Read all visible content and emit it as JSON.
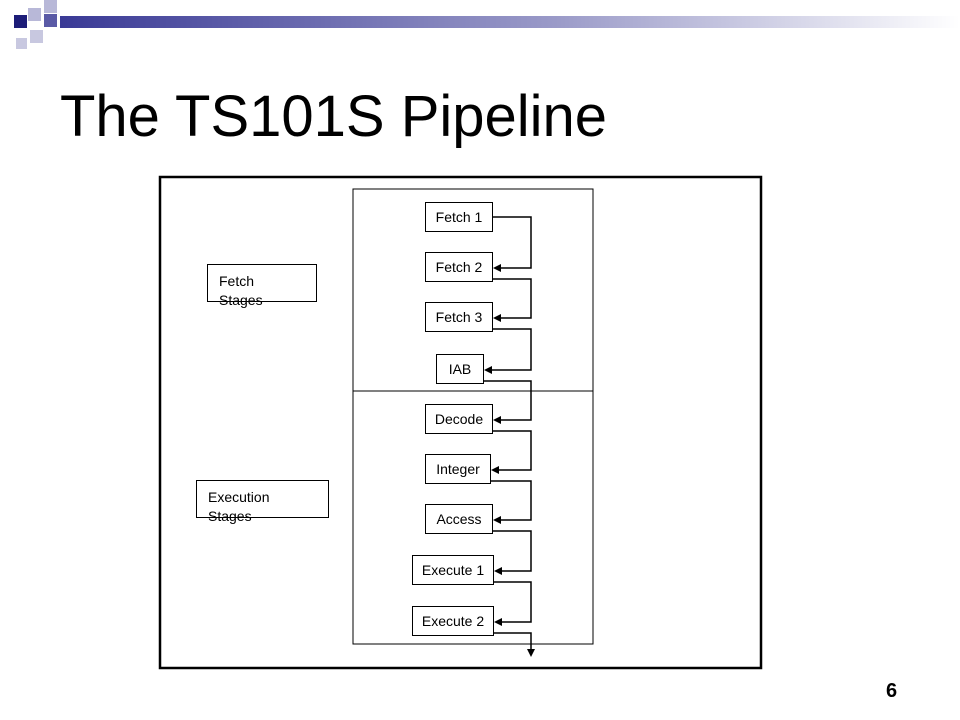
{
  "slide": {
    "title": "The TS101S Pipeline",
    "page_number": "6",
    "colors": {
      "deco_dark": "#1c1c78",
      "deco_mid": "#5a5aa6",
      "deco_light": "#b8b8d8"
    }
  },
  "diagram": {
    "groups": [
      {
        "label": "Fetch\nStages"
      },
      {
        "label": "Execution\nStages"
      }
    ],
    "stages": [
      {
        "label": "Fetch 1"
      },
      {
        "label": "Fetch 2"
      },
      {
        "label": "Fetch 3"
      },
      {
        "label": "IAB"
      },
      {
        "label": "Decode"
      },
      {
        "label": "Integer"
      },
      {
        "label": "Access"
      },
      {
        "label": "Execute 1"
      },
      {
        "label": "Execute 2"
      }
    ]
  }
}
